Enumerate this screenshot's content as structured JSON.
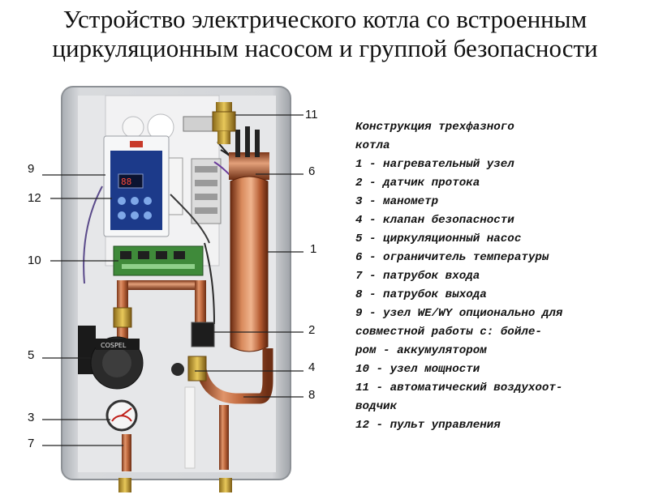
{
  "title": {
    "line1": "Устройство электрического котла со встроенным",
    "line2": "циркуляционным насосом и группой безопасности"
  },
  "legend": {
    "header": [
      "Конструкция трехфазного",
      "котла"
    ],
    "items": [
      "1 - нагревательный узел",
      "2 - датчик протока",
      "3 - манометр",
      "4 - клапан безопасности",
      "5 - циркуляционный насос",
      "6 - ограничитель температуры",
      "7 - патрубок входа",
      "8 - патрубок выхода",
      "9 - узел WE/WY опционально для",
      "совместной работы с: бойле-",
      "ром - аккумулятором",
      "10 - узел мощности",
      "11 - автоматический воздухоот-",
      "водчик",
      "12 - пульт управления"
    ]
  },
  "callouts": {
    "n1": "1",
    "n2": "2",
    "n3": "3",
    "n4": "4",
    "n5": "5",
    "n6": "6",
    "n7": "7",
    "n8": "8",
    "n9": "9",
    "n10": "10",
    "n11": "11",
    "n12": "12"
  },
  "device": {
    "pump_brand": "COSPEL"
  },
  "colors": {
    "housing": "#c9ccd0",
    "panel_back": "#e9eaec",
    "copper": "#b8643a",
    "pcb": "#3f8a3a",
    "control_panel": "#1c3a8a"
  }
}
